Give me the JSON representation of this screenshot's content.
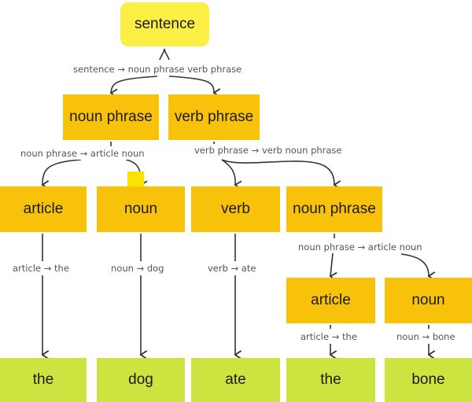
{
  "colors": {
    "root": "#fbef45",
    "category": "#f9c20a",
    "leaf": "#cde440",
    "edge": "#333333",
    "rule_text": "#555555"
  },
  "nodes": {
    "root": "sentence",
    "np1": "noun phrase",
    "vp": "verb phrase",
    "art1": "article",
    "noun1": "noun",
    "verb": "verb",
    "np2": "noun phrase",
    "art2": "article",
    "noun2": "noun",
    "w_the1": "the",
    "w_dog": "dog",
    "w_ate": "ate",
    "w_the2": "the",
    "w_bone": "bone"
  },
  "rules": {
    "s": "sentence → noun phrase verb phrase",
    "np1": "noun phrase → article noun",
    "vp": "verb phrase → verb noun phrase",
    "np2": "noun phrase → article noun",
    "art1": "article → the",
    "noun1": "noun → dog",
    "verb": "verb → ate",
    "art2": "article → the",
    "noun2": "noun → bone"
  }
}
